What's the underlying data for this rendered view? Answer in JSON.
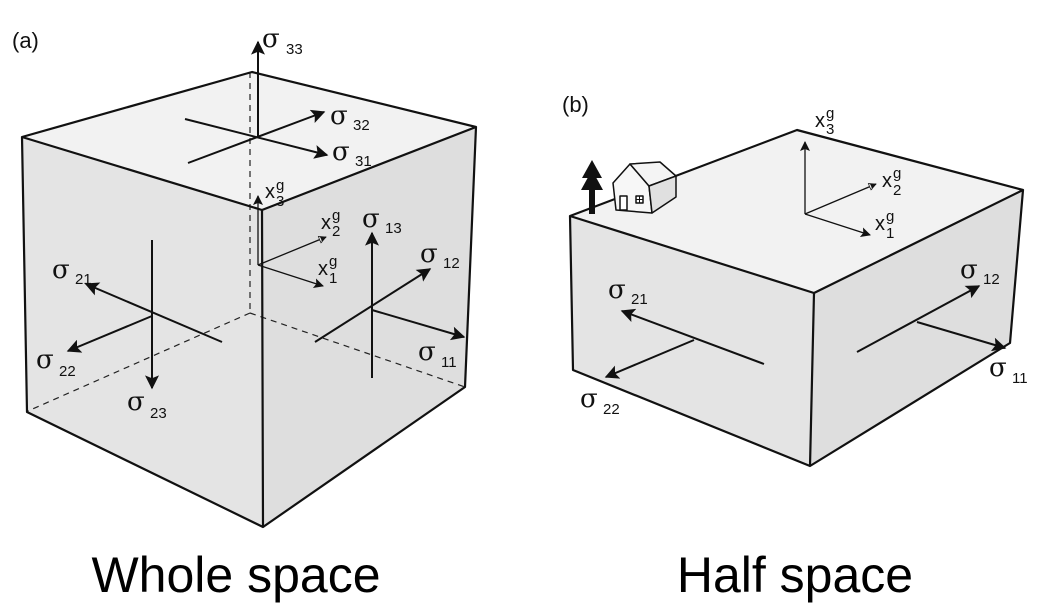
{
  "panel_a": {
    "label": "(a)",
    "caption": "Whole space",
    "stresses": {
      "s33": {
        "sym": "σ",
        "sub": "33"
      },
      "s32": {
        "sym": "σ",
        "sub": "32"
      },
      "s31": {
        "sym": "σ",
        "sub": "31"
      },
      "s21": {
        "sym": "σ",
        "sub": "21"
      },
      "s22": {
        "sym": "σ",
        "sub": "22"
      },
      "s23": {
        "sym": "σ",
        "sub": "23"
      },
      "s13": {
        "sym": "σ",
        "sub": "13"
      },
      "s12": {
        "sym": "σ",
        "sub": "12"
      },
      "s11": {
        "sym": "σ",
        "sub": "11"
      }
    },
    "axes": {
      "x3": {
        "sym": "x",
        "sup": "g",
        "sub": "3"
      },
      "x2": {
        "sym": "x",
        "sup": "g",
        "sub": "2"
      },
      "x1": {
        "sym": "x",
        "sup": "g",
        "sub": "1"
      }
    }
  },
  "panel_b": {
    "label": "(b)",
    "caption": "Half space",
    "stresses": {
      "s21": {
        "sym": "σ",
        "sub": "21"
      },
      "s22": {
        "sym": "σ",
        "sub": "22"
      },
      "s12": {
        "sym": "σ",
        "sub": "12"
      },
      "s11": {
        "sym": "σ",
        "sub": "11"
      }
    },
    "axes": {
      "x3": {
        "sym": "x",
        "sup": "g",
        "sub": "3"
      },
      "x2": {
        "sym": "x",
        "sup": "g",
        "sub": "2"
      },
      "x1": {
        "sym": "x",
        "sup": "g",
        "sub": "1"
      }
    }
  },
  "colors": {
    "face_top": "#f2f2f2",
    "face_left": "#e4e4e4",
    "face_right": "#dedede"
  }
}
